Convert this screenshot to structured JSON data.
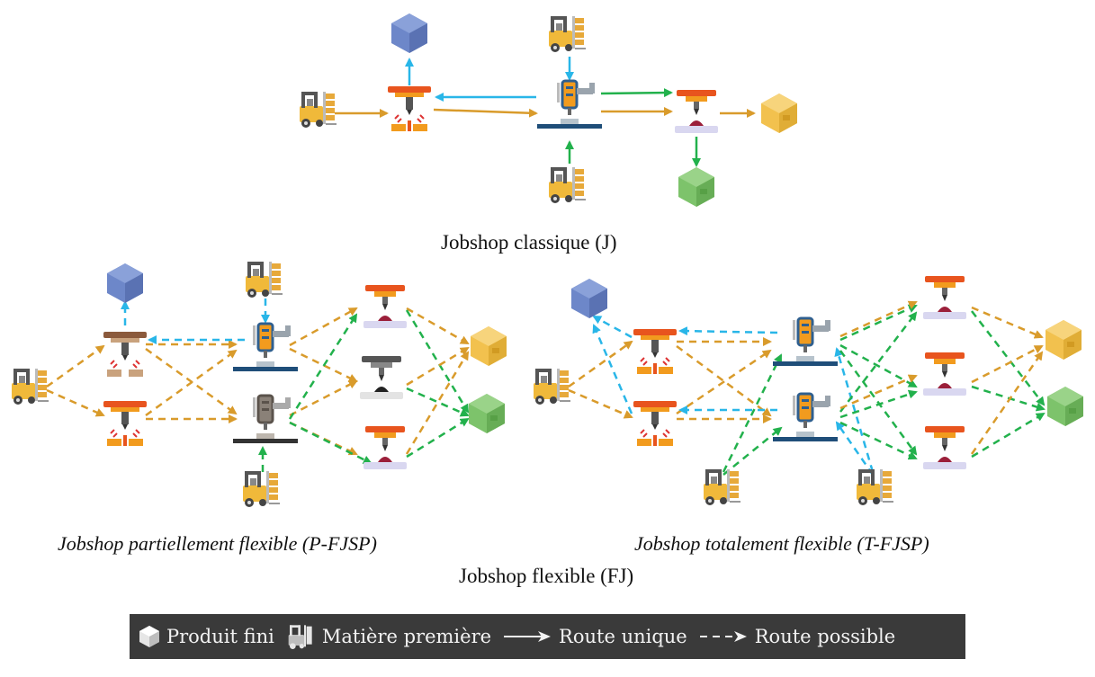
{
  "captions": {
    "classic": "Jobshop classique (J)",
    "partial": "Jobshop partiellement flexible (P-FJSP)",
    "total": "Jobshop totalement flexible (T-FJSP)",
    "flexible": "Jobshop flexible (FJ)"
  },
  "legend": {
    "finished_product": "Produit fini",
    "raw_material": "Matière première",
    "single_route": "Route unique",
    "possible_route": "Route possible"
  },
  "colors": {
    "orange_route": "#d99b2b",
    "blue_route": "#29b6e8",
    "green_route": "#22b14c",
    "box_blue": "#6d87c9",
    "box_yellow": "#f2c14e",
    "box_green": "#7dc36b",
    "legend_bg": "#3a3a3a"
  },
  "icons": [
    "forklift-icon",
    "drill-press-icon",
    "milling-machine-icon",
    "stamping-press-icon",
    "product-box-icon"
  ]
}
